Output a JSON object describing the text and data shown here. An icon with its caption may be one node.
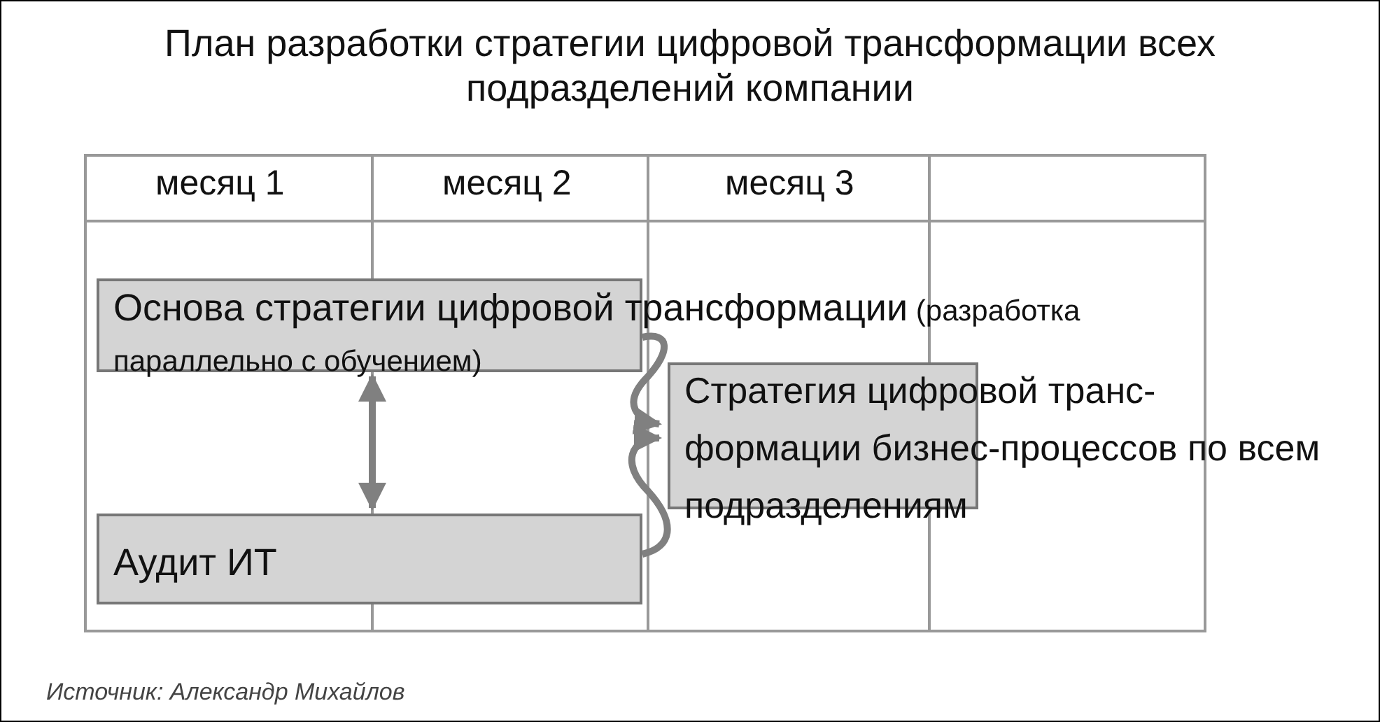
{
  "diagram": {
    "title": "План разработки стратегии цифровой трансформации всех подразделений компании",
    "caption": "Источник: Александр Михайлов",
    "nodes": [
      {
        "text": [
          "Основа стратегии цифровой трансформации",
          "(разработка параллельно с обучением)"
        ]
      },
      {
        "text": [
          "Стратегия цифровой транс- формации бизнес-процессов по всем подразделениям"
        ]
      },
      {
        "text": [
          "Аудит ИТ"
        ]
      }
    ],
    "edges": [
      {
        "from": 0,
        "to": 2,
        "arrow": "both"
      },
      {
        "from": 0,
        "to": 1,
        "arrow": "to"
      },
      {
        "from": 2,
        "to": 1,
        "arrow": "to"
      }
    ],
    "labels": [
      "месяц 1",
      "месяц 2",
      "месяц 3"
    ]
  }
}
